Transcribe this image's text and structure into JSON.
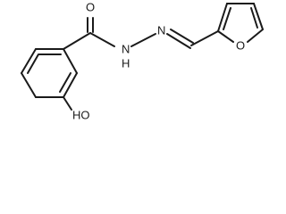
{
  "labels": {
    "carbonyl_oxygen": "O",
    "amide_nh": "N",
    "amide_h": "H",
    "imine_n": "N",
    "furan_oxygen": "O",
    "hydroxyl": "HO"
  },
  "colors": {
    "bond": "#1a1a1a",
    "text": "#1a1a1a",
    "background": "#ffffff"
  }
}
